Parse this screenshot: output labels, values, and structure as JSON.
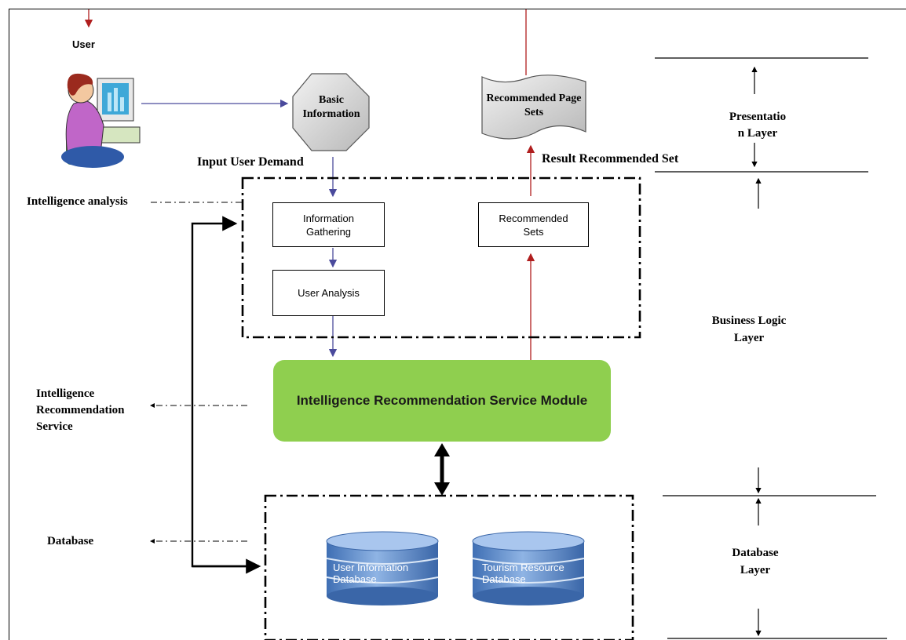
{
  "labels": {
    "user": "User",
    "basic_information": "Basic Information",
    "recommended_page_sets": "Recommended Page Sets",
    "input_user_demand": "Input User Demand",
    "result_recommended_set": "Result Recommended Set",
    "intelligence_analysis": "Intelligence analysis",
    "intelligence_recommendation_service": [
      "Intelligence",
      "Recommendation",
      "Service"
    ],
    "database": "Database",
    "presentation_layer": [
      "Presentatio",
      "n Layer"
    ],
    "business_logic_layer": [
      "Business Logic",
      "Layer"
    ],
    "database_layer": [
      "Database",
      "Layer"
    ]
  },
  "boxes": {
    "information_gathering": [
      "Information",
      "Gathering"
    ],
    "user_analysis": "User Analysis",
    "recommended_sets": [
      "Recommended",
      "Sets"
    ]
  },
  "module": "Intelligence Recommendation  Service Module",
  "databases": {
    "user_info": [
      "User Information",
      "Database"
    ],
    "tourism": [
      "Tourism Resource",
      "Database"
    ]
  },
  "colors": {
    "input_flow": "#4a4a9c",
    "output_flow": "#b01e1e",
    "module_fill": "#8fcf4f",
    "db_fill": "#5a88c8"
  }
}
